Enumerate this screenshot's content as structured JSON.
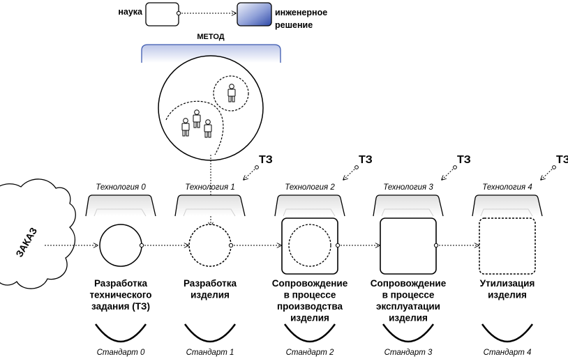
{
  "top": {
    "science": "наука",
    "engineering_line1": "инженерное",
    "engineering_line2": "решение",
    "method": "МЕТОД"
  },
  "order": "ЗАКАЗ",
  "spec_label": "ТЗ",
  "stages": [
    {
      "technology": "Технология 0",
      "title": [
        "Разработка",
        "технического",
        "задания (ТЗ)"
      ],
      "standard": "Стандарт 0",
      "has_spec": false
    },
    {
      "technology": "Технология 1",
      "title": [
        "Разработка",
        "изделия"
      ],
      "standard": "Стандарт 1",
      "has_spec": true
    },
    {
      "technology": "Технология 2",
      "title": [
        "Сопровождение",
        "в процессе",
        "производства",
        "изделия"
      ],
      "standard": "Стандарт 2",
      "has_spec": true
    },
    {
      "technology": "Технология 3",
      "title": [
        "Сопровождение",
        "в процессе",
        "эксплуатации",
        "изделия"
      ],
      "standard": "Стандарт 3",
      "has_spec": true
    },
    {
      "technology": "Технология 4",
      "title": [
        "Утилизация",
        "изделия"
      ],
      "standard": "Стандарт 4",
      "has_spec": true
    }
  ]
}
